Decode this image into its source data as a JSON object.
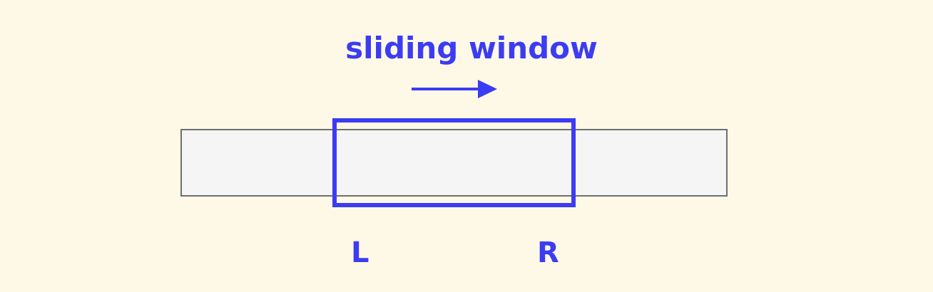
{
  "diagram": {
    "title": "sliding window",
    "pointers": {
      "left": "L",
      "right": "R"
    },
    "colors": {
      "background": "#fef8e7",
      "accent": "#3c3cf2",
      "array_fill": "#f5f5f5",
      "array_border": "#6f6f6f"
    },
    "icons": {
      "direction": "arrow-right-icon"
    }
  }
}
